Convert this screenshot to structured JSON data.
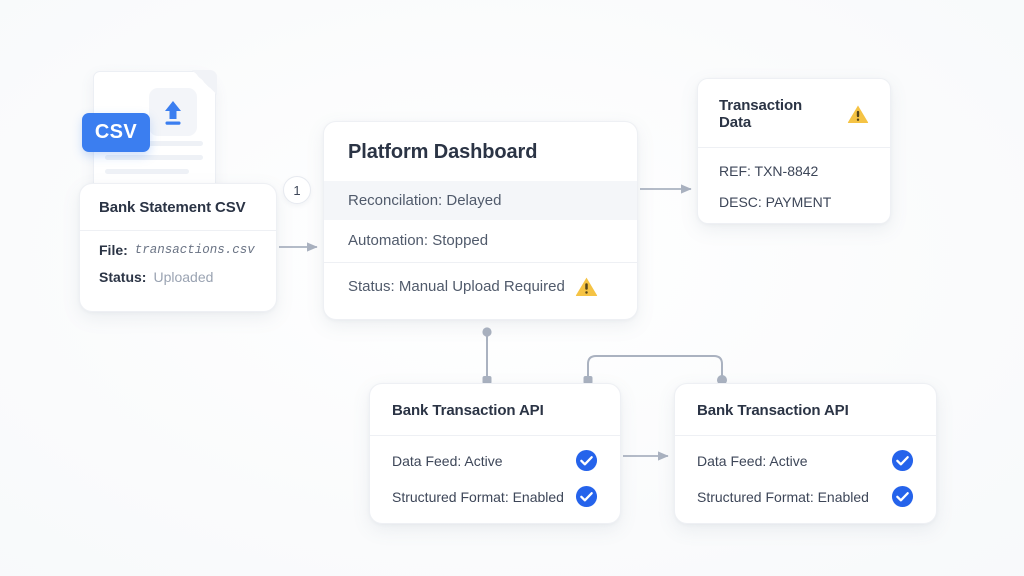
{
  "canvas": {
    "background_color": "#fafbfc",
    "accent_blue": "#3b7ef0",
    "check_blue": "#2563eb",
    "warn_yellow": "#f5c344",
    "connector_gray": "#aab2c0",
    "title_color": "#2b3445"
  },
  "csv_document": {
    "badge_label": "CSV",
    "upload_icon": "upload-arrow-icon"
  },
  "step_badges": {
    "step_one": "1"
  },
  "cards": {
    "bank_statement": {
      "title": "Bank Statement CSV",
      "rows": [
        {
          "key": "File:",
          "value": "transactions.csv"
        },
        {
          "key": "Status:",
          "value": "Uploaded"
        }
      ]
    },
    "platform_dashboard": {
      "title": "Platform Dashboard",
      "rows": [
        {
          "label": "Reconcilation: Delayed",
          "highlighted": true,
          "icon": null
        },
        {
          "label": "Automation: Stopped",
          "highlighted": false,
          "icon": null
        },
        {
          "label": "Status: Manual Upload Required",
          "highlighted": false,
          "icon": "warning-triangle-icon"
        }
      ]
    },
    "transaction_data": {
      "title": "Transaction Data",
      "title_icon": "warning-triangle-icon",
      "rows": [
        {
          "label": "REF: TXN-8842"
        },
        {
          "label": "DESC: PAYMENT"
        }
      ]
    },
    "bank_api_left": {
      "title": "Bank Transaction API",
      "rows": [
        {
          "label": "Data Feed: Active",
          "icon": "check-circle-icon"
        },
        {
          "label": "Structured Format: Enabled",
          "icon": "check-circle-icon"
        }
      ]
    },
    "bank_api_right": {
      "title": "Bank Transaction API",
      "rows": [
        {
          "label": "Data Feed: Active",
          "icon": "check-circle-icon"
        },
        {
          "label": "Structured Format: Enabled",
          "icon": "check-circle-icon"
        }
      ]
    }
  },
  "connectors": [
    {
      "name": "csv-to-dashboard",
      "type": "arrow"
    },
    {
      "name": "dashboard-to-transaction",
      "type": "arrow"
    },
    {
      "name": "dashboard-to-api-left",
      "type": "line-with-dot"
    },
    {
      "name": "api-left-to-api-right",
      "type": "arrow"
    },
    {
      "name": "api-bracket",
      "type": "bracket"
    }
  ]
}
